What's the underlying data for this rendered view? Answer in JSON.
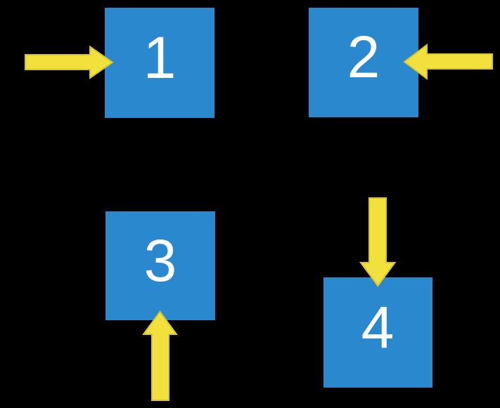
{
  "diagram": {
    "description": "Four numbered blue squares on a black background, each pointed at by a thick yellow arrow",
    "background": "#000000"
  },
  "colors": {
    "square_fill": "#2A88CE",
    "arrow_fill": "#F2E13C",
    "label_color": "#FFFFFF"
  },
  "squares": [
    {
      "label": "1",
      "arrow_direction": "right",
      "arrow_from": "left"
    },
    {
      "label": "2",
      "arrow_direction": "left",
      "arrow_from": "right"
    },
    {
      "label": "3",
      "arrow_direction": "up",
      "arrow_from": "below"
    },
    {
      "label": "4",
      "arrow_direction": "down",
      "arrow_from": "above"
    }
  ]
}
